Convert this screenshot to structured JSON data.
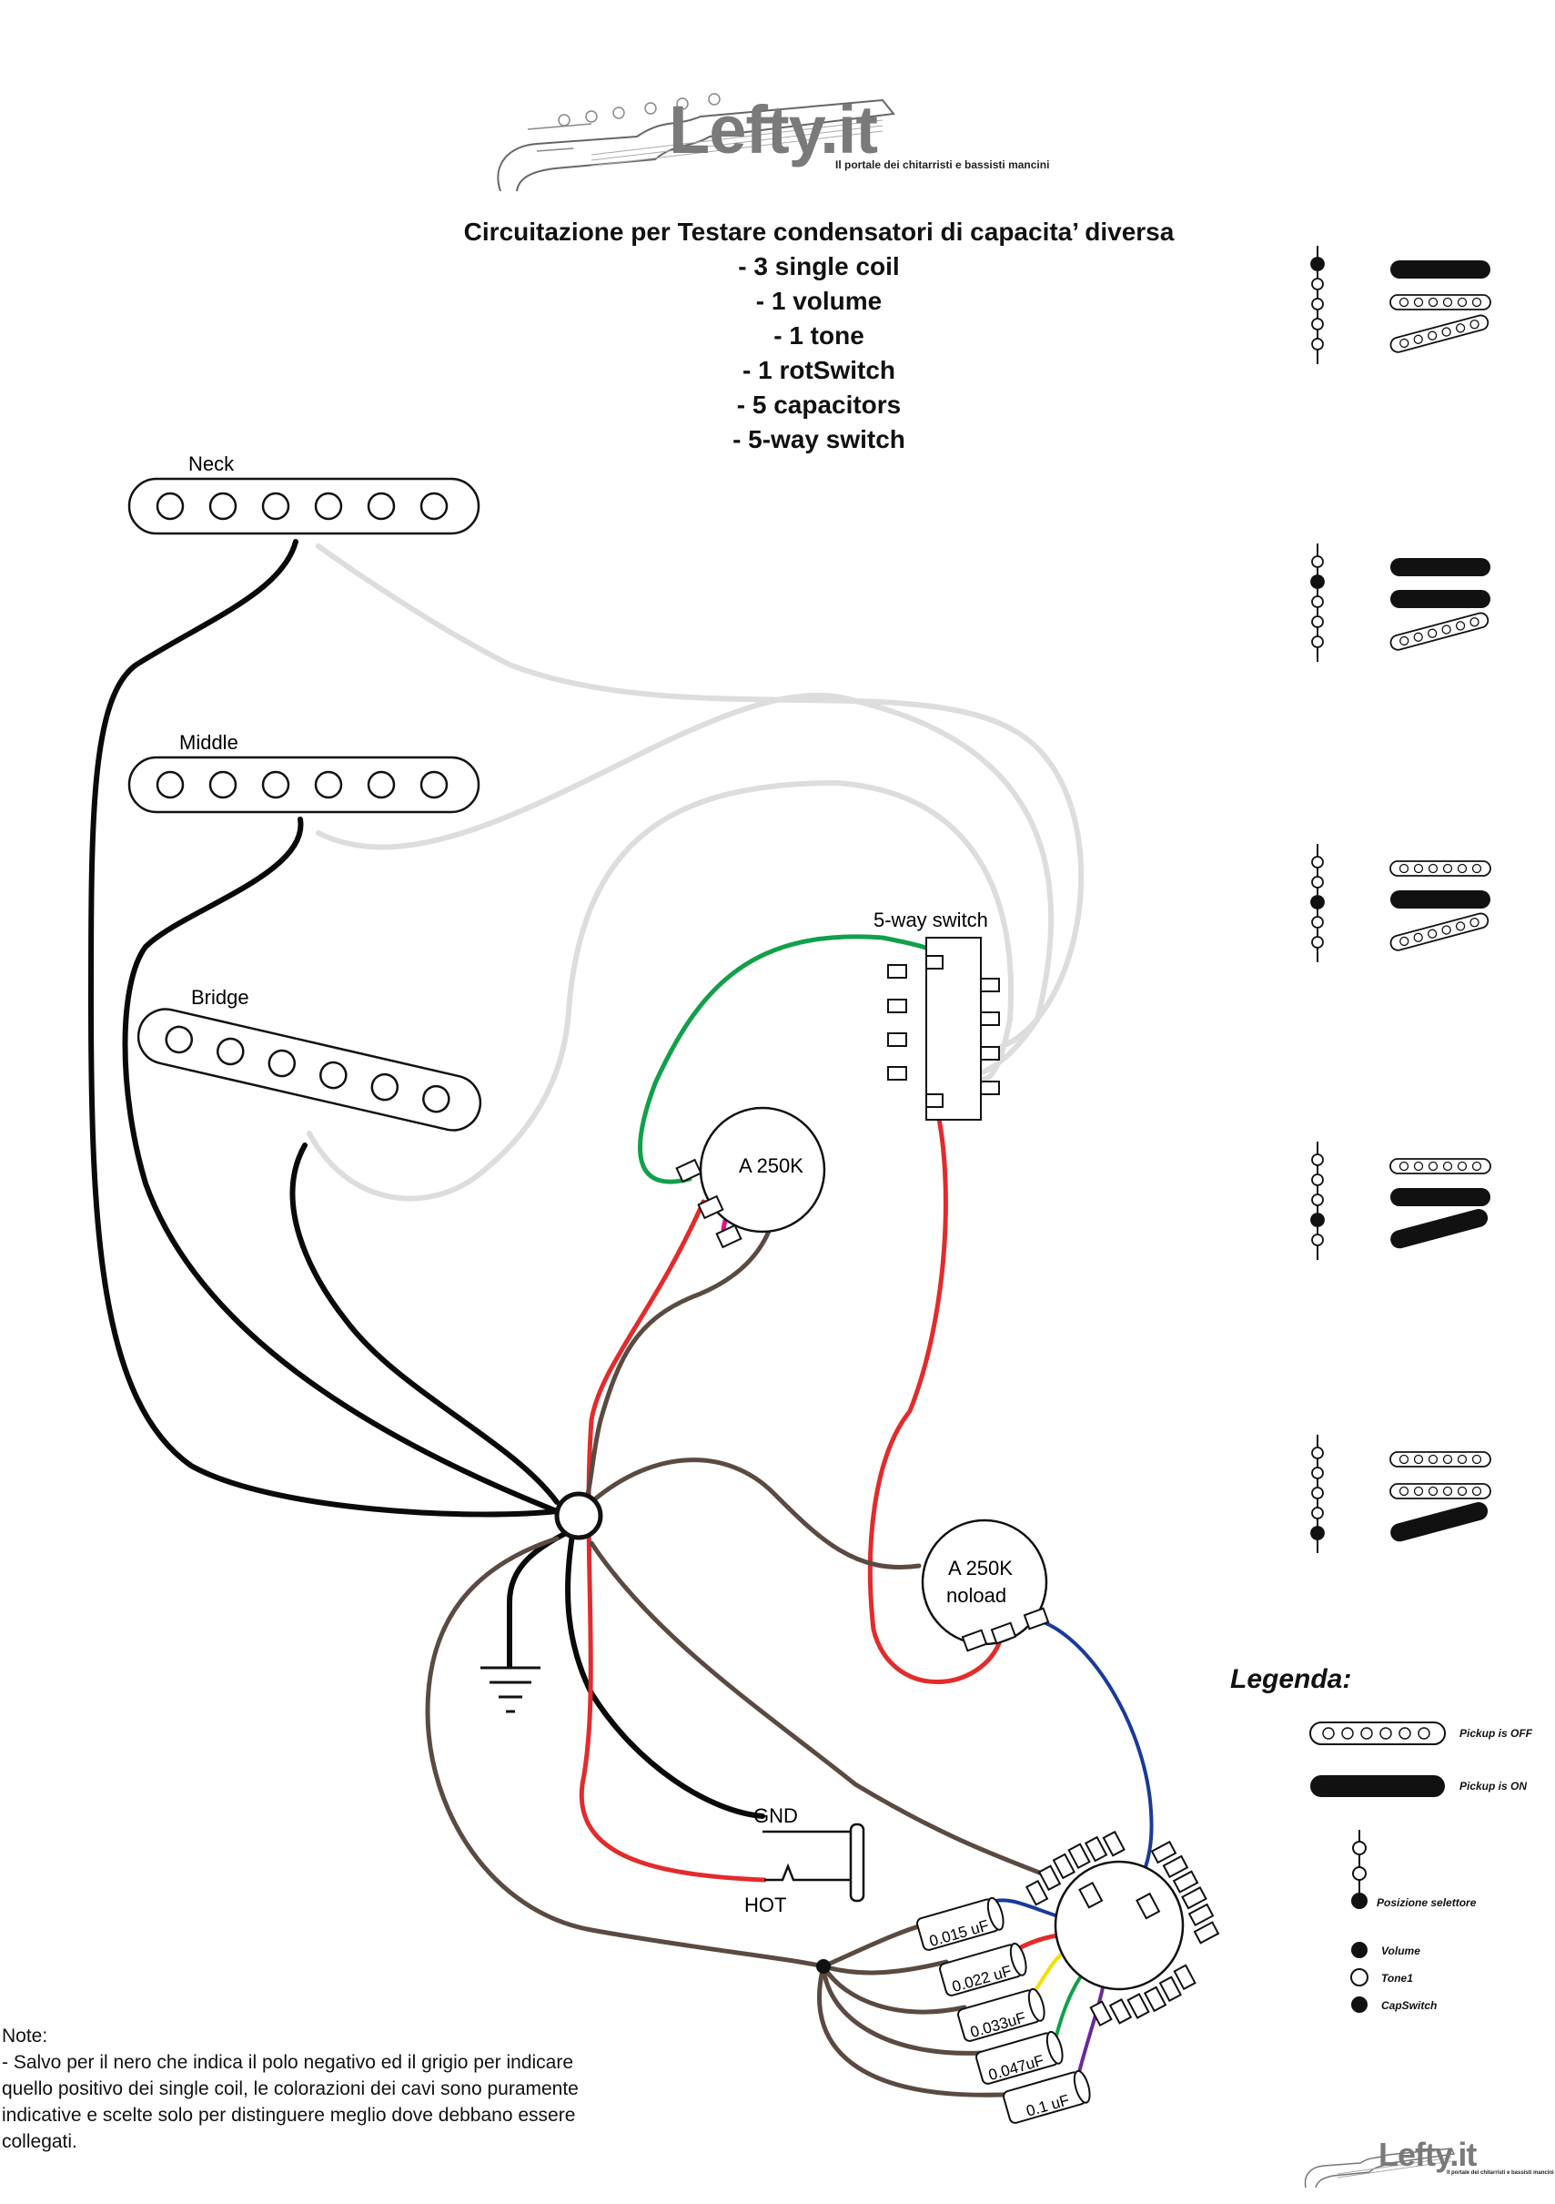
{
  "logo_top": {
    "brand": "Lefty.it",
    "tagline": "Il portale dei chitarristi e bassisti mancini"
  },
  "logo_bottom": {
    "brand": "Lefty.it",
    "tagline": "Il portale dei chitarristi e bassisti mancini"
  },
  "title": {
    "main": "Circuitazione per Testare condensatori di capacita’ diversa",
    "items": [
      "- 3 single coil",
      "- 1 volume",
      "- 1 tone",
      "- 1 rotSwitch",
      "- 5 capacitors",
      "- 5-way switch"
    ]
  },
  "pickups": {
    "neck": "Neck",
    "middle": "Middle",
    "bridge": "Bridge"
  },
  "components": {
    "switch_label": "5-way switch",
    "volume_pot_label": "A 250K",
    "tone_pot_line1": "A 250K",
    "tone_pot_line2": "noload",
    "jack_gnd": "GND",
    "jack_hot": "HOT"
  },
  "capacitors": [
    "0.015 uF",
    "0.022 uF",
    "0.033uF",
    "0.047uF",
    "0.1 uF"
  ],
  "legend": {
    "title": "Legenda:",
    "pickup_off": "Pickup is OFF",
    "pickup_on": "Pickup is ON",
    "selector_position": "Posizione selettore",
    "volume": "Volume",
    "tone": "Tone1",
    "capswitch": "CapSwitch"
  },
  "switch_positions": [
    {
      "selector": 1,
      "pickups": [
        "on",
        "off",
        "off"
      ]
    },
    {
      "selector": 2,
      "pickups": [
        "on",
        "on",
        "off"
      ]
    },
    {
      "selector": 3,
      "pickups": [
        "off",
        "on",
        "off"
      ]
    },
    {
      "selector": 4,
      "pickups": [
        "off",
        "on",
        "on"
      ]
    },
    {
      "selector": 5,
      "pickups": [
        "off",
        "off",
        "on"
      ]
    }
  ],
  "notes": {
    "heading": "Note:",
    "body": "- Salvo per il nero che indica il polo negativo ed il grigio per indicare quello positivo dei single coil, le colorazioni dei cavi sono puramente indicative e scelte solo per distinguere meglio dove debbano essere collegati."
  },
  "colors": {
    "black_wire": "#0a0a0a",
    "grey_wire": "#dddddd",
    "brown_wire": "#5b4a42",
    "red_wire": "#e32b2b",
    "green_wire": "#11a04a",
    "blue_wire": "#1a3a9a",
    "cyan_wire": "#1aa3e0",
    "magenta_wire": "#e0148c",
    "yellow_wire": "#f2e000",
    "purple_wire": "#6a2a9a"
  }
}
